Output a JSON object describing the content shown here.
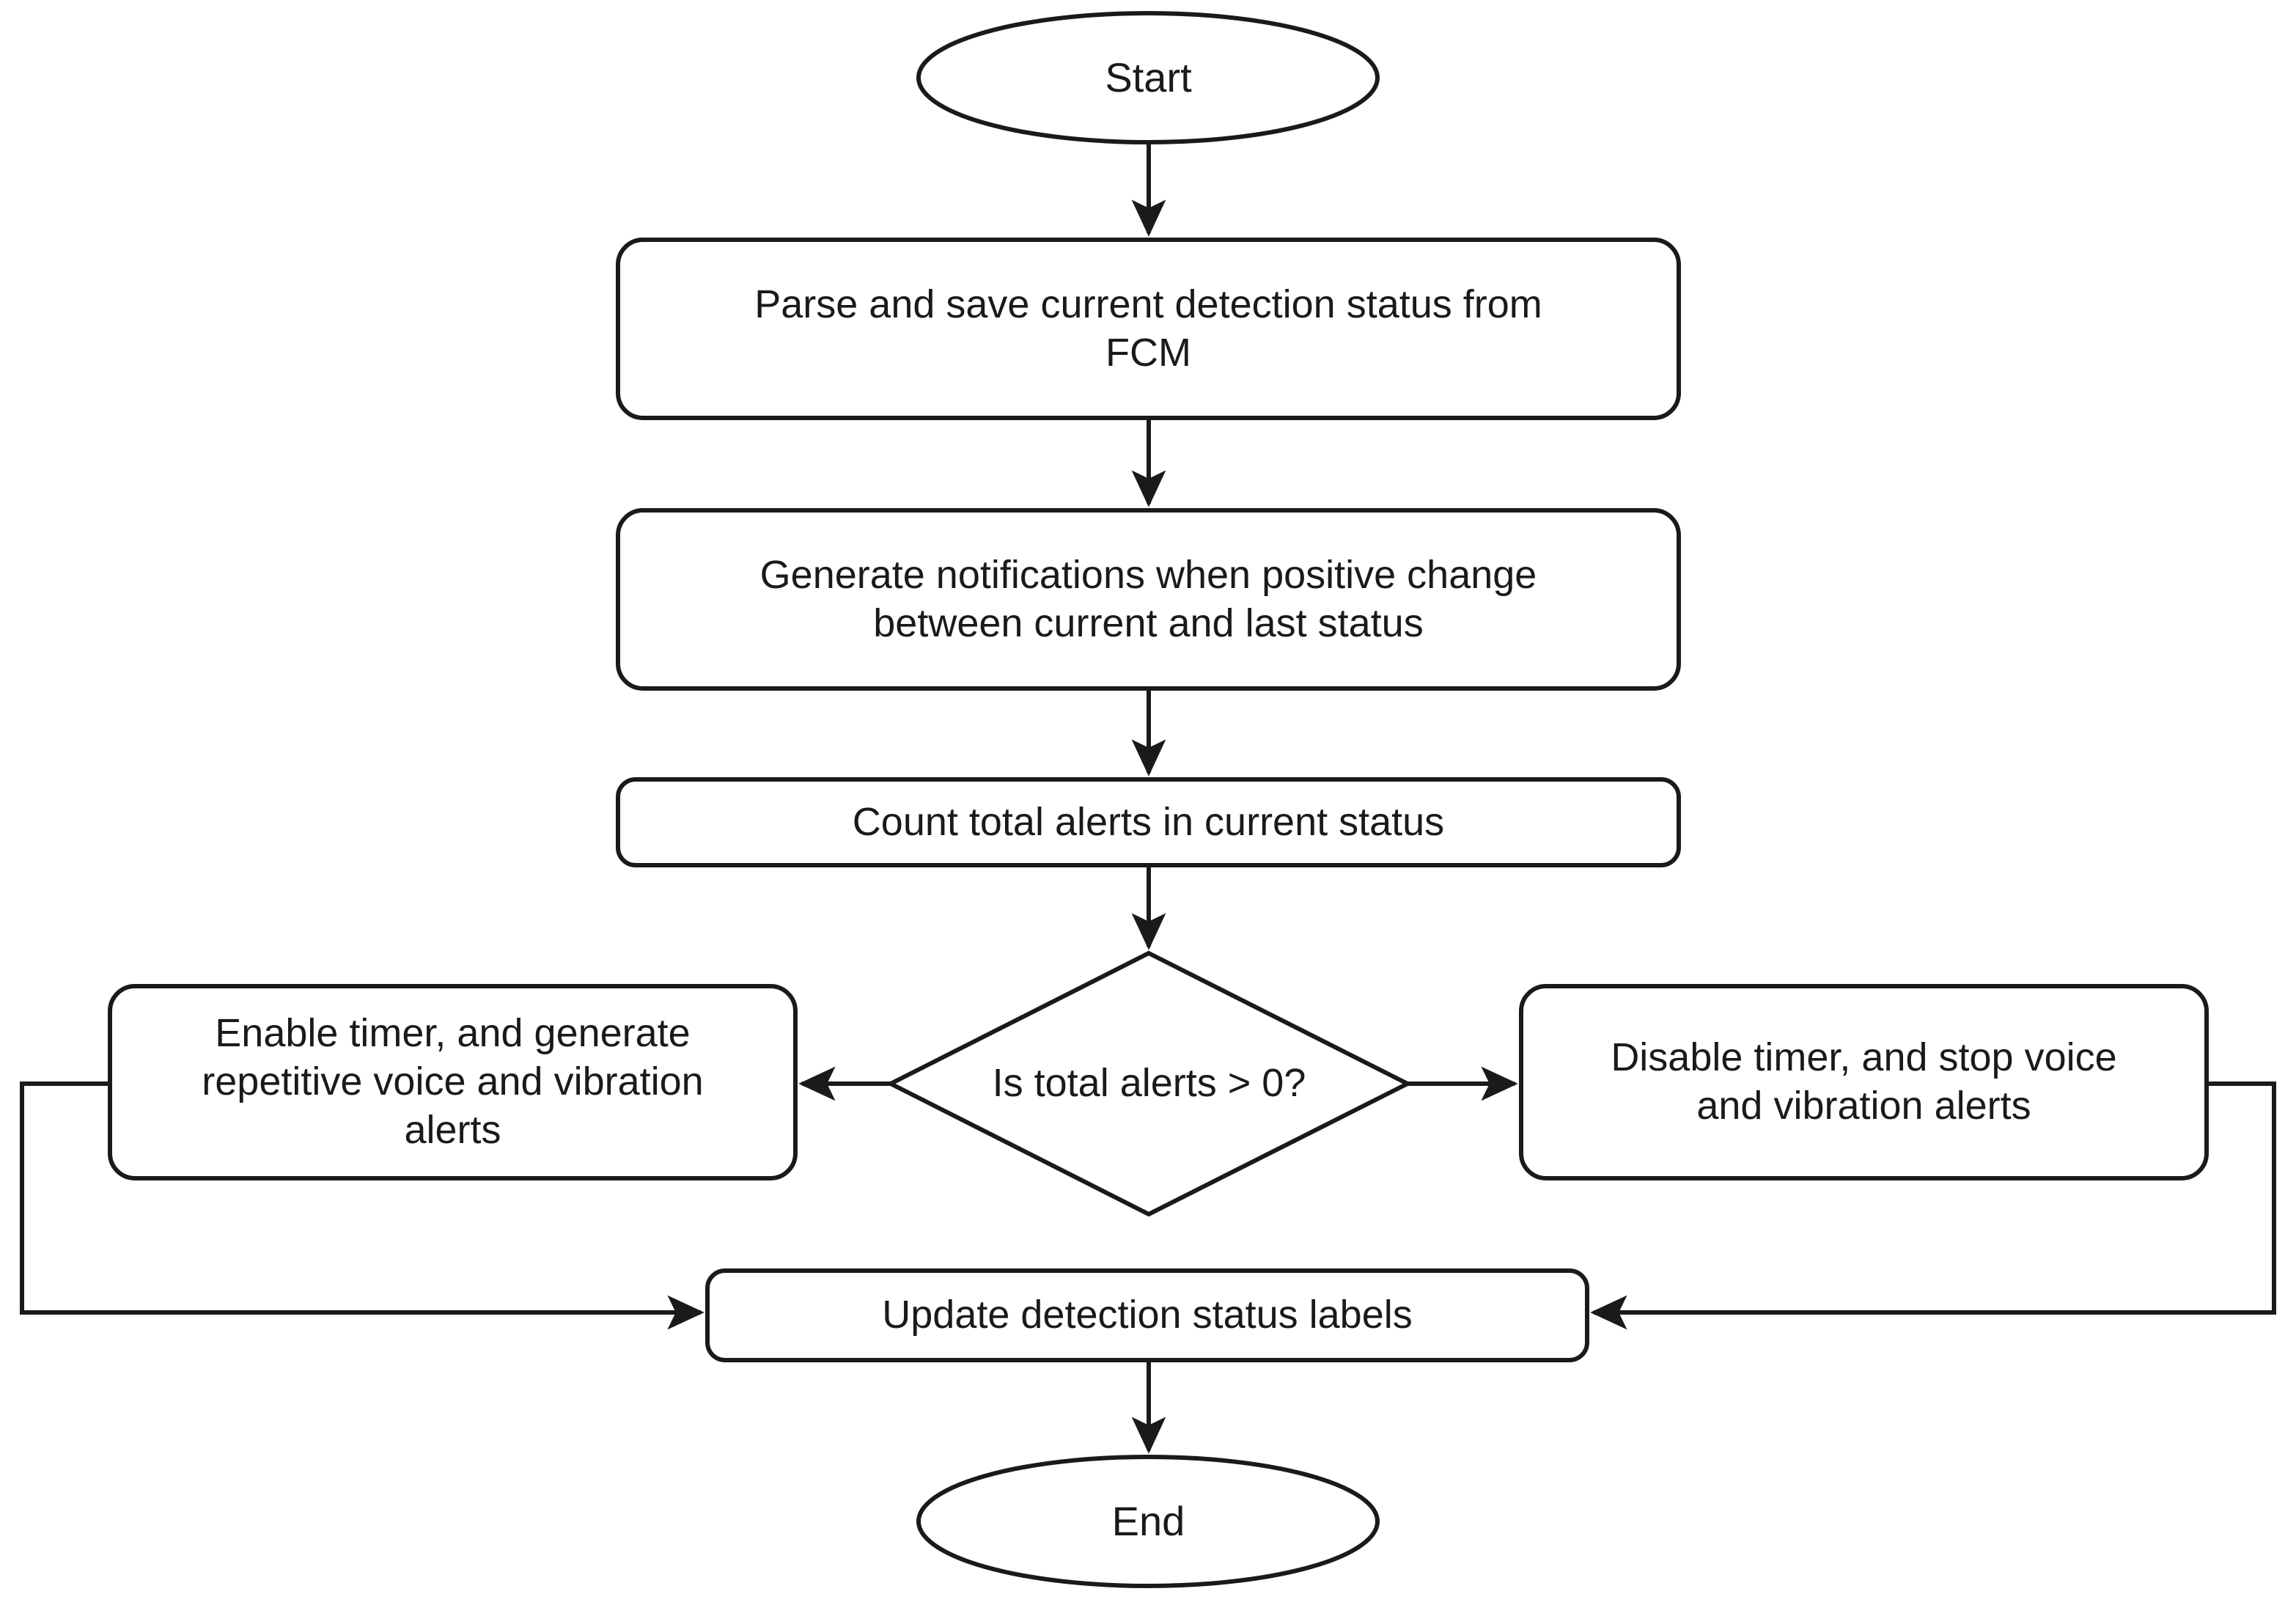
{
  "diagram": {
    "type": "flowchart",
    "title": "",
    "background_color": "#ffffff",
    "stroke_color": "#1a1a1a",
    "text_color": "#1a1a1a",
    "fill_color": "#ffffff",
    "nodes": [
      {
        "id": "start",
        "shape": "terminator",
        "label": "Start"
      },
      {
        "id": "parse",
        "shape": "rounded-rectangle",
        "label": "Parse and save current detection status from\nFCM"
      },
      {
        "id": "notify",
        "shape": "rounded-rectangle",
        "label": "Generate notifications when positive change\nbetween current and last status"
      },
      {
        "id": "count",
        "shape": "rounded-rectangle",
        "label": "Count total alerts in current status"
      },
      {
        "id": "decide",
        "shape": "diamond",
        "label": "Is total alerts > 0?"
      },
      {
        "id": "enable",
        "shape": "rounded-rectangle",
        "label": "Enable timer, and generate\nrepetitive voice and vibration\nalerts"
      },
      {
        "id": "disable",
        "shape": "rounded-rectangle",
        "label": "Disable timer, and stop voice\nand vibration alerts"
      },
      {
        "id": "update",
        "shape": "rounded-rectangle",
        "label": "Update detection status labels"
      },
      {
        "id": "end",
        "shape": "terminator",
        "label": "End"
      }
    ],
    "edges": [
      {
        "from": "start",
        "to": "parse",
        "label": "",
        "arrow": "down"
      },
      {
        "from": "parse",
        "to": "notify",
        "label": "",
        "arrow": "down"
      },
      {
        "from": "notify",
        "to": "count",
        "label": "",
        "arrow": "down"
      },
      {
        "from": "count",
        "to": "decide",
        "label": "",
        "arrow": "down"
      },
      {
        "from": "decide",
        "to": "enable",
        "label": "",
        "arrow": "left"
      },
      {
        "from": "decide",
        "to": "disable",
        "label": "",
        "arrow": "right"
      },
      {
        "from": "enable",
        "to": "update",
        "label": "",
        "arrow": "right-elbow"
      },
      {
        "from": "disable",
        "to": "update",
        "label": "",
        "arrow": "left-elbow"
      },
      {
        "from": "update",
        "to": "end",
        "label": "",
        "arrow": "down"
      }
    ]
  }
}
